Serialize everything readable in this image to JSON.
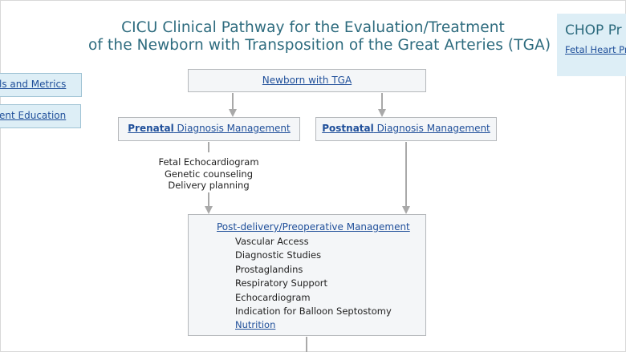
{
  "title": {
    "line1": "CICU Clinical Pathway for the Evaluation/Treatment",
    "line2": "of the Newborn with Transposition of the Great Arteries (TGA)"
  },
  "side_links": {
    "goals_metrics": "ls and Metrics",
    "patient_education": "ent Education"
  },
  "chop_panel": {
    "title": "CHOP Pr",
    "link": "Fetal Heart Pr"
  },
  "pathway": {
    "newborn": "Newborn with TGA",
    "prenatal": {
      "bold": "Prenatal",
      "rest": " Diagnosis Management"
    },
    "postnatal": {
      "bold": "Postnatal",
      "rest": " Diagnosis Management"
    },
    "prenatal_notes": [
      "Fetal Echocardiogram",
      "Genetic counseling",
      "Delivery planning"
    ],
    "postdelivery": {
      "title": "Post-delivery/Preoperative Management",
      "items": [
        "Vascular Access",
        "Diagnostic Studies",
        "Prostaglandins",
        "Respiratory Support",
        "Echocardiogram",
        "Indication for Balloon Septostomy"
      ],
      "nutrition_link": "Nutrition"
    }
  },
  "colors": {
    "title": "#2d6b7e",
    "link": "#1f4f9a",
    "side_box_bg": "#ddeef6",
    "box_bg": "#f4f6f8",
    "connector": "#a9a9a9"
  }
}
